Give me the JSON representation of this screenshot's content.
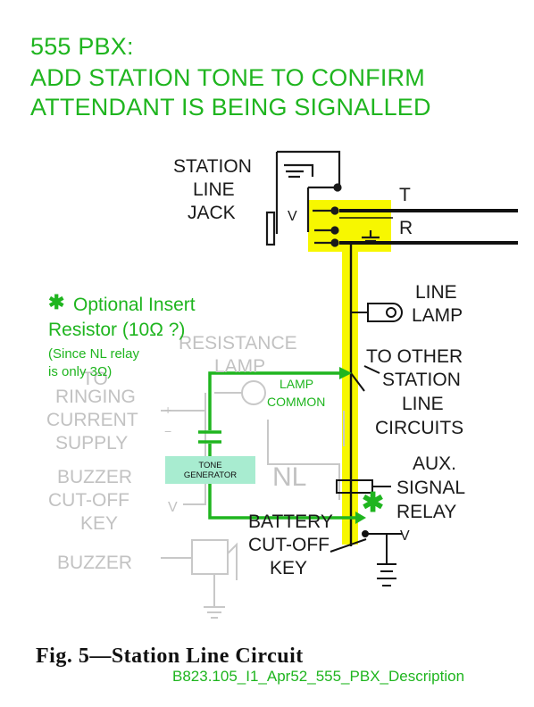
{
  "header": {
    "line1": "555 PBX:",
    "line2": "ADD STATION TONE TO CONFIRM",
    "line3": "ATTENDANT IS BEING SIGNALLED"
  },
  "labels": {
    "jack_line1": "STATION",
    "jack_line2": "LINE",
    "jack_line3": "JACK",
    "tip": "T",
    "ring": "R",
    "line_lamp_1": "LINE",
    "line_lamp_2": "LAMP",
    "other_1": "TO OTHER",
    "other_2": "STATION",
    "other_3": "LINE",
    "other_4": "CIRCUITS",
    "aux_1": "AUX.",
    "aux_2": "SIGNAL",
    "aux_3": "RELAY",
    "batt_1": "BATTERY",
    "batt_2": "CUT-OFF",
    "batt_3": "KEY",
    "res_1": "RESISTANCE",
    "res_2": "LAMP",
    "ring_1": "TO",
    "ring_2": "RINGING",
    "ring_3": "CURRENT",
    "ring_4": "SUPPLY",
    "buzz_1": "BUZZER",
    "buzz_2": "CUT-OFF",
    "buzz_3": "KEY",
    "buzzer": "BUZZER",
    "nl": "NL",
    "v_mark": "V",
    "plus": "+",
    "minus": "−"
  },
  "annotations": {
    "asterisk": "✱",
    "optional_1": "Optional Insert",
    "optional_2": "Resistor (10Ω ?)",
    "since_1": "(Since NL relay",
    "since_2": "is only 3Ω)",
    "lamp_common_1": "LAMP",
    "lamp_common_2": "COMMON",
    "tone_1": "TONE",
    "tone_2": "GENERATOR"
  },
  "caption": "Fig.  5—Station  Line  Circuit",
  "reference": "B823.105_I1_Apr52_555_PBX_Description",
  "colors": {
    "annotation_green": "#1fb51f",
    "highlight_yellow": "#f7f700",
    "tone_box_fill": "#a8ecd0",
    "faded_grey": "#c2c2c2",
    "ink": "#1a1a1a"
  }
}
